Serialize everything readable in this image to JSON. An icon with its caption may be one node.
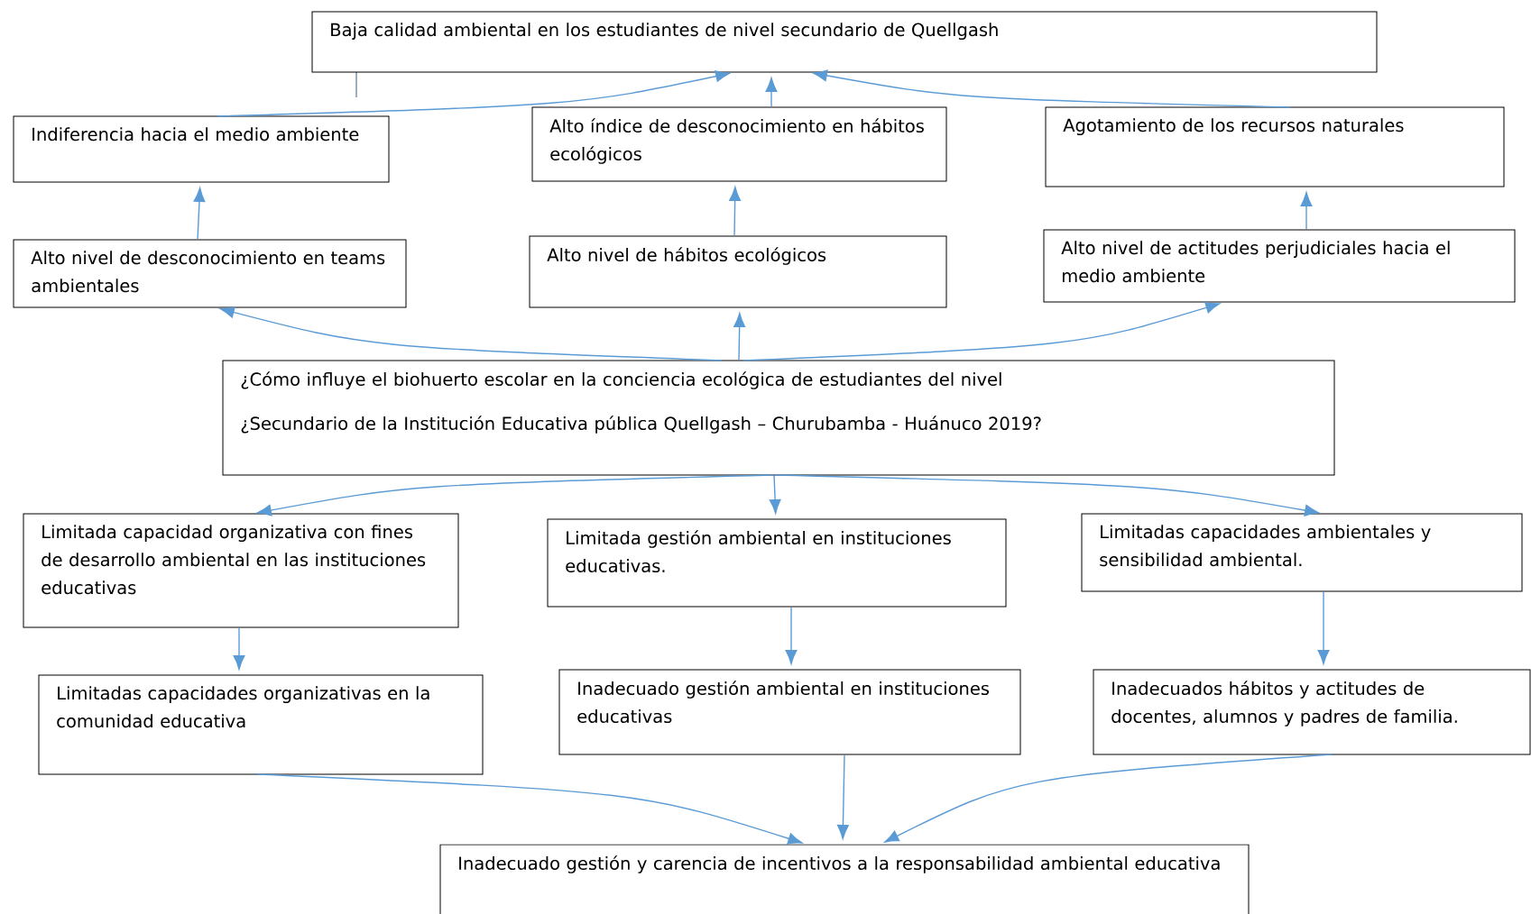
{
  "diagram": {
    "nodes": [
      {
        "text": [
          "Baja calidad ambiental en los estudiantes de nivel secundario de Quellgash"
        ]
      },
      {
        "text": [
          "Indiferencia hacia el medio ambiente"
        ]
      },
      {
        "text": [
          "Alto índice de desconocimiento en hábitos ecológicos"
        ]
      },
      {
        "text": [
          "Agotamiento de los recursos naturales"
        ]
      },
      {
        "text": [
          "Alto nivel de desconocimiento en teams ambientales"
        ]
      },
      {
        "text": [
          "Alto nivel de hábitos ecológicos"
        ]
      },
      {
        "text": [
          "Alto nivel de actitudes perjudiciales hacia el medio ambiente"
        ]
      },
      {
        "text": [
          "¿Cómo influye el biohuerto escolar en la conciencia ecológica de estudiantes del nivel",
          "¿Secundario de la Institución Educativa pública Quellgash – Churubamba - Huánuco 2019?"
        ]
      },
      {
        "text": [
          "Limitada capacidad organizativa con fines de desarrollo ambiental en las instituciones educativas"
        ]
      },
      {
        "text": [
          "Limitada gestión ambiental en instituciones educativas."
        ]
      },
      {
        "text": [
          "Limitadas capacidades ambientales y sensibilidad ambiental."
        ]
      },
      {
        "text": [
          "Limitadas capacidades organizativas en la comunidad educativa"
        ]
      },
      {
        "text": [
          "Inadecuado gestión ambiental en instituciones educativas"
        ]
      },
      {
        "text": [
          "Inadecuados hábitos y actitudes de docentes, alumnos y padres de familia."
        ]
      },
      {
        "text": [
          "Inadecuado gestión y carencia de incentivos a la responsabilidad ambiental educativa"
        ]
      }
    ],
    "edges": [
      {
        "from": 1,
        "to": 0,
        "arrow": "to"
      },
      {
        "from": 2,
        "to": 0,
        "arrow": "to"
      },
      {
        "from": 3,
        "to": 0,
        "arrow": "to"
      },
      {
        "from": 4,
        "to": 1,
        "arrow": "to"
      },
      {
        "from": 5,
        "to": 2,
        "arrow": "to"
      },
      {
        "from": 6,
        "to": 3,
        "arrow": "to"
      },
      {
        "from": 7,
        "to": 4,
        "arrow": "to"
      },
      {
        "from": 7,
        "to": 5,
        "arrow": "to"
      },
      {
        "from": 7,
        "to": 6,
        "arrow": "to"
      },
      {
        "from": 7,
        "to": 8,
        "arrow": "to"
      },
      {
        "from": 7,
        "to": 9,
        "arrow": "to"
      },
      {
        "from": 7,
        "to": 10,
        "arrow": "to"
      },
      {
        "from": 8,
        "to": 11,
        "arrow": "to"
      },
      {
        "from": 9,
        "to": 12,
        "arrow": "to"
      },
      {
        "from": 10,
        "to": 13,
        "arrow": "to"
      },
      {
        "from": 11,
        "to": 14,
        "arrow": "to"
      },
      {
        "from": 12,
        "to": 14,
        "arrow": "to"
      },
      {
        "from": 13,
        "to": 14,
        "arrow": "to"
      }
    ]
  }
}
